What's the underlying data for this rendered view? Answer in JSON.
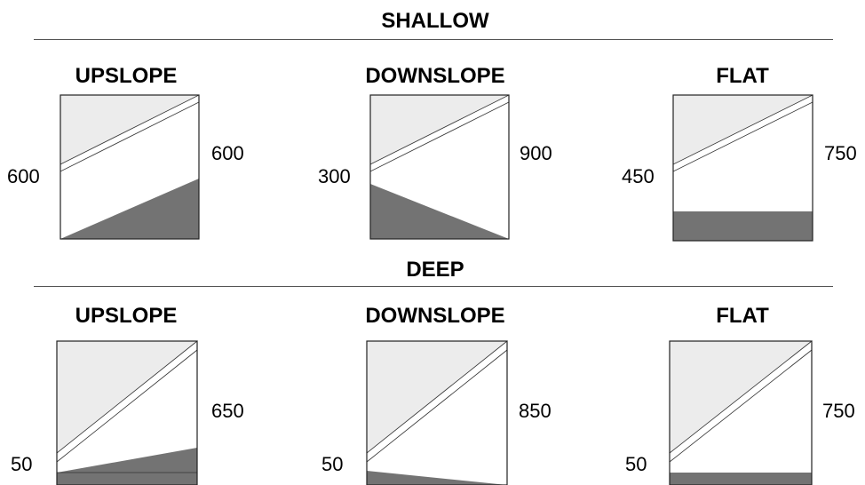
{
  "sections": [
    {
      "title": "SHALLOW",
      "panels": [
        {
          "title": "UPSLOPE",
          "left_value": "600",
          "right_value": "600"
        },
        {
          "title": "DOWNSLOPE",
          "left_value": "300",
          "right_value": "900"
        },
        {
          "title": "FLAT",
          "left_value": "450",
          "right_value": "750"
        }
      ]
    },
    {
      "title": "DEEP",
      "panels": [
        {
          "title": "UPSLOPE",
          "left_value": "50",
          "right_value": "650"
        },
        {
          "title": "DOWNSLOPE",
          "left_value": "50",
          "right_value": "850"
        },
        {
          "title": "FLAT",
          "left_value": "50",
          "right_value": "750"
        }
      ]
    }
  ],
  "colors": {
    "upper_fill": "#ececec",
    "lower_fill": "#737373",
    "band_fill": "#ffffff",
    "frame": "#222222"
  }
}
